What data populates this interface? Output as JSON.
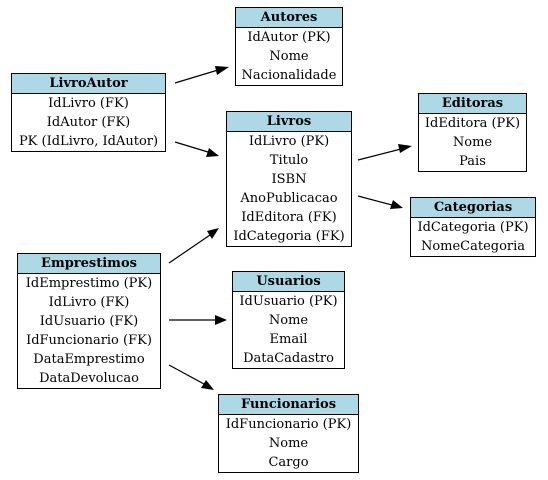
{
  "entities": {
    "autores": {
      "title": "Autores",
      "fields": [
        "IdAutor (PK)",
        "Nome",
        "Nacionalidade"
      ]
    },
    "livroautor": {
      "title": "LivroAutor",
      "fields": [
        "IdLivro (FK)",
        "IdAutor (FK)",
        "PK (IdLivro, IdAutor)"
      ]
    },
    "livros": {
      "title": "Livros",
      "fields": [
        "IdLivro (PK)",
        "Titulo",
        "ISBN",
        "AnoPublicacao",
        "IdEditora (FK)",
        "IdCategoria (FK)"
      ]
    },
    "editoras": {
      "title": "Editoras",
      "fields": [
        "IdEditora (PK)",
        "Nome",
        "Pais"
      ]
    },
    "categorias": {
      "title": "Categorias",
      "fields": [
        "IdCategoria (PK)",
        "NomeCategoria"
      ]
    },
    "emprestimos": {
      "title": "Emprestimos",
      "fields": [
        "IdEmprestimo (PK)",
        "IdLivro (FK)",
        "IdUsuario (FK)",
        "IdFuncionario (FK)",
        "DataEmprestimo",
        "DataDevolucao"
      ]
    },
    "usuarios": {
      "title": "Usuarios",
      "fields": [
        "IdUsuario (PK)",
        "Nome",
        "Email",
        "DataCadastro"
      ]
    },
    "funcionarios": {
      "title": "Funcionarios",
      "fields": [
        "IdFuncionario (PK)",
        "Nome",
        "Cargo"
      ]
    }
  },
  "relationships": [
    {
      "from": "livroautor",
      "to": "autores"
    },
    {
      "from": "livroautor",
      "to": "livros"
    },
    {
      "from": "livros",
      "to": "editoras"
    },
    {
      "from": "livros",
      "to": "categorias"
    },
    {
      "from": "emprestimos",
      "to": "livros"
    },
    {
      "from": "emprestimos",
      "to": "usuarios"
    },
    {
      "from": "emprestimos",
      "to": "funcionarios"
    }
  ]
}
